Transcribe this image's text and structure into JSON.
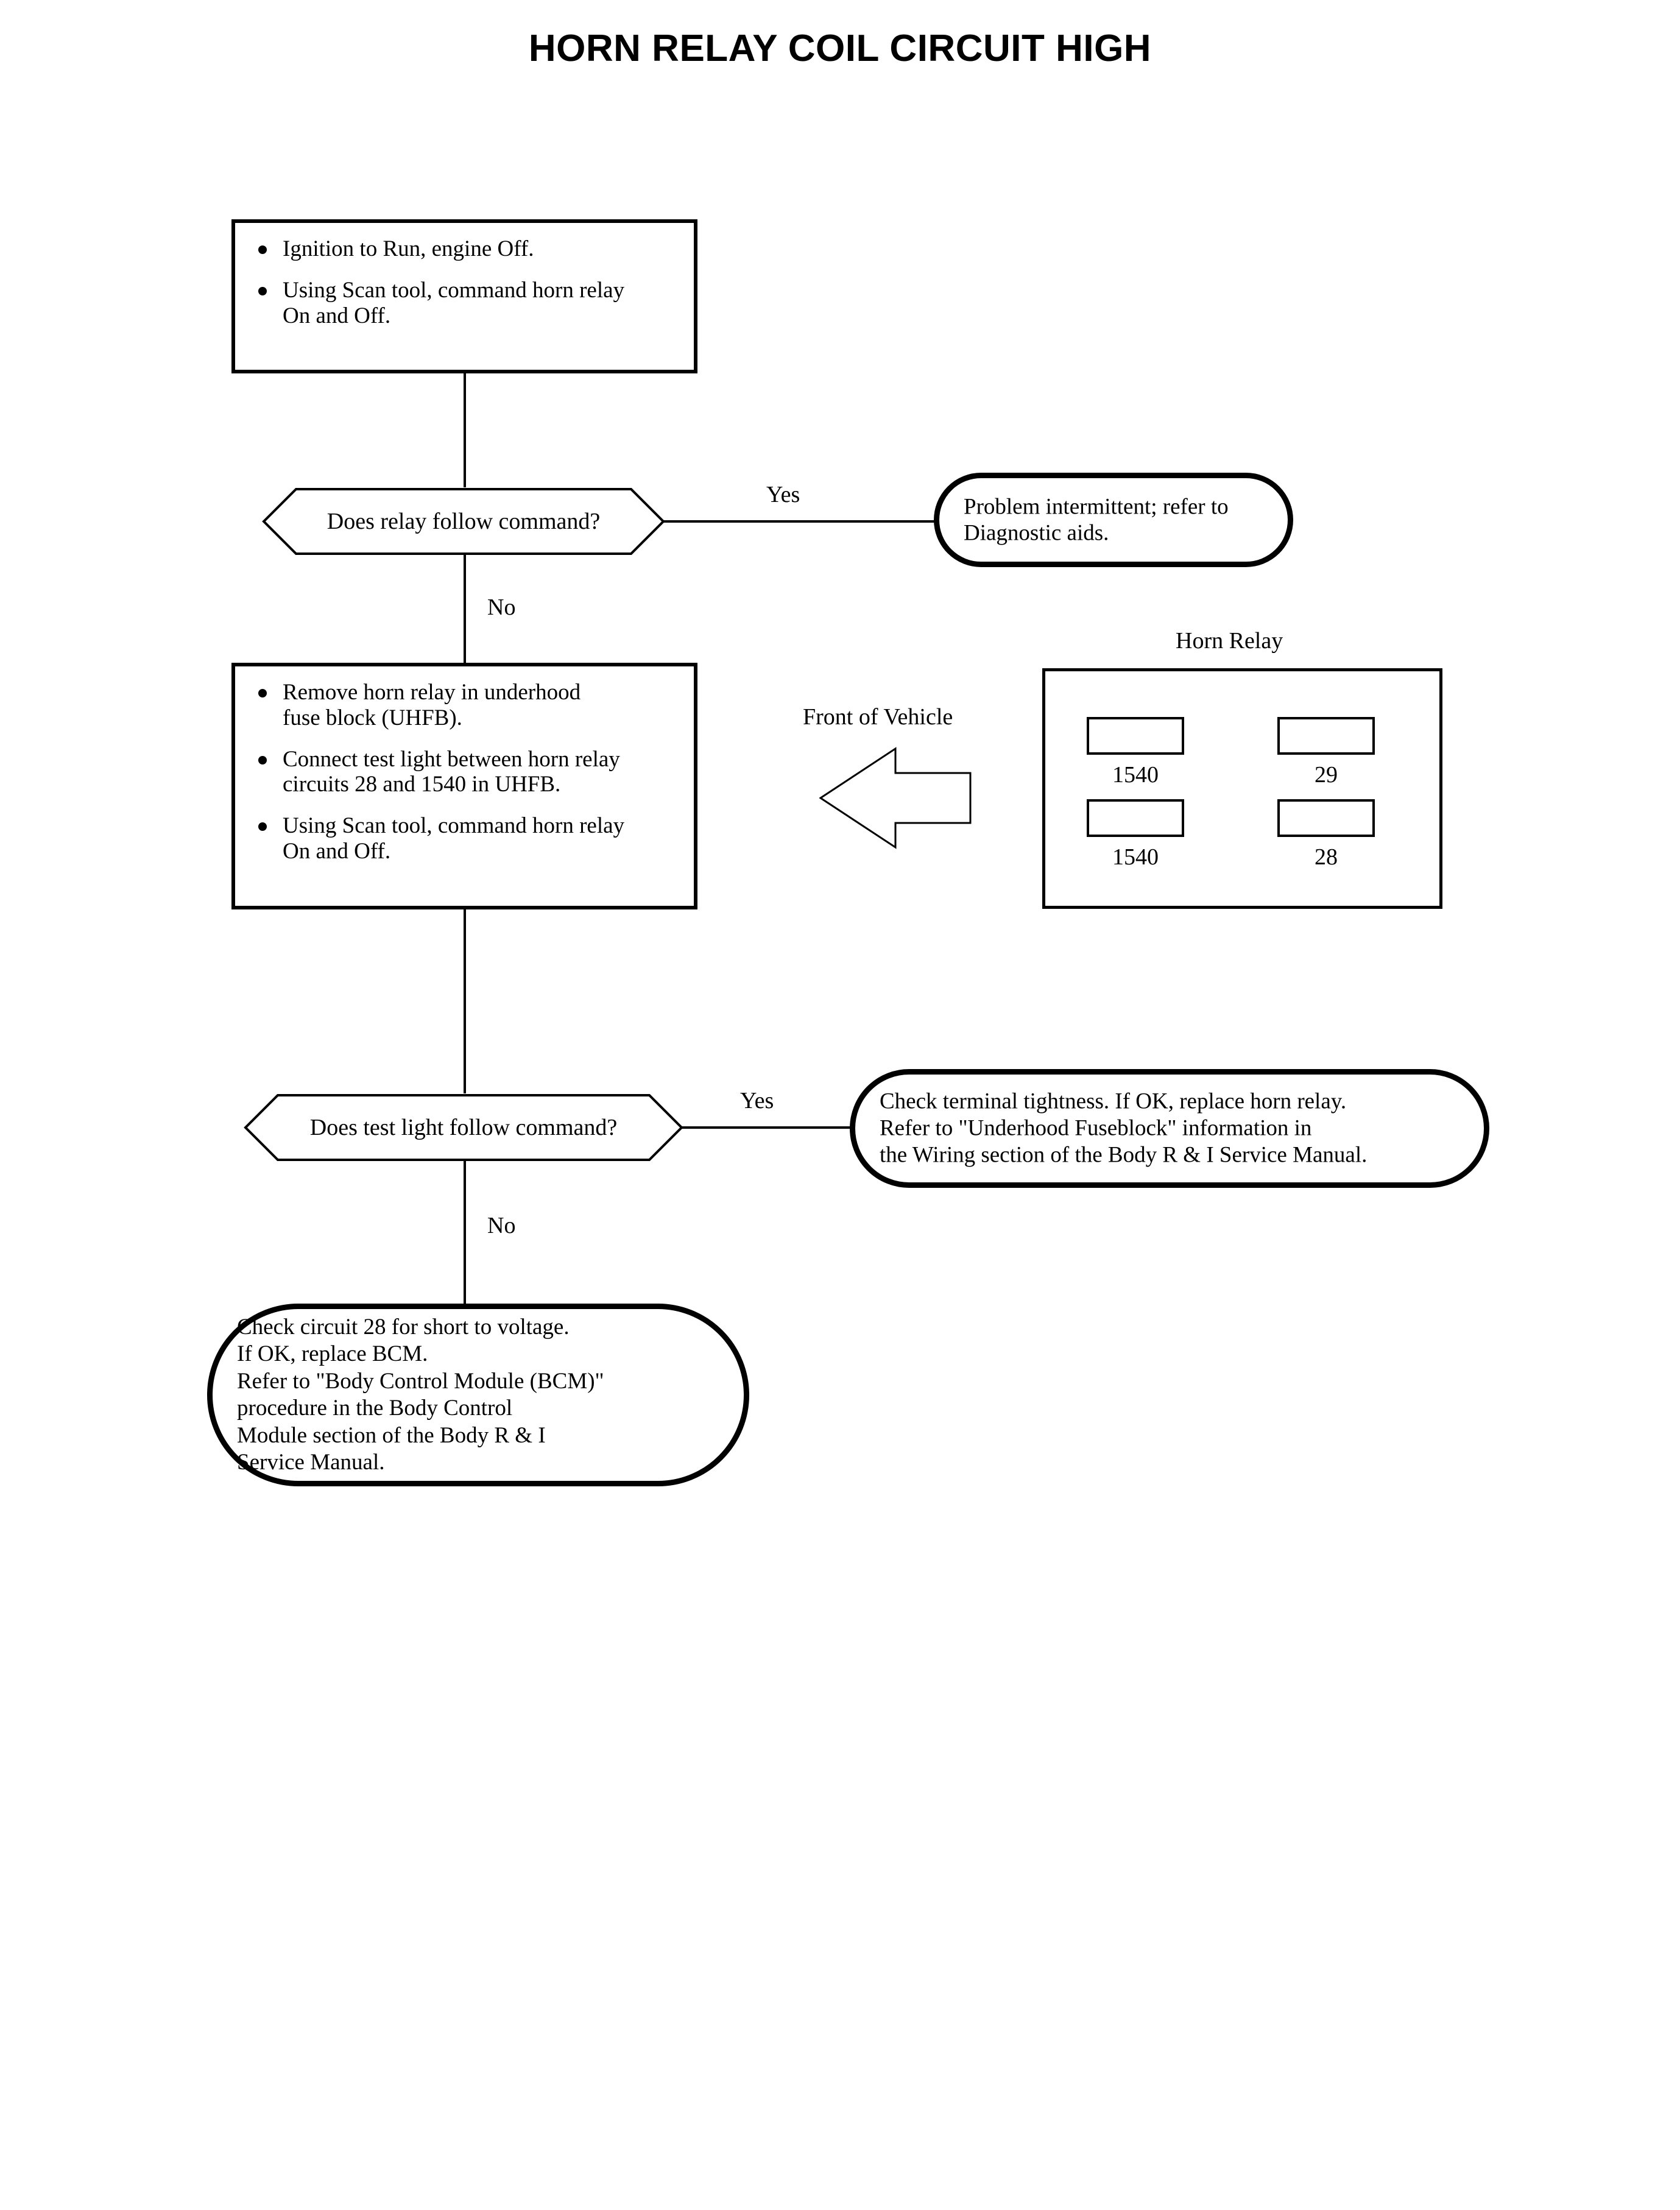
{
  "title": "HORN RELAY COIL CIRCUIT HIGH",
  "steps": {
    "step1": {
      "bullets": [
        "Ignition to Run, engine Off.",
        "Using Scan tool, command horn relay\nOn and Off."
      ]
    },
    "step2": {
      "bullets": [
        "Remove horn relay in underhood\nfuse block (UHFB).",
        "Connect test light between horn relay\ncircuits 28 and 1540 in UHFB.",
        "Using Scan tool, command horn relay\nOn and Off."
      ]
    }
  },
  "decisions": {
    "decision1": {
      "question": "Does relay follow command?",
      "yes_label": "Yes",
      "no_label": "No"
    },
    "decision2": {
      "question": "Does test light follow command?",
      "yes_label": "Yes",
      "no_label": "No"
    }
  },
  "terminals": {
    "terminal1": {
      "text": "Problem intermittent; refer to\nDiagnostic aids."
    },
    "terminal2": {
      "text": "Check terminal tightness. If OK, replace horn relay.\nRefer to \"Underhood Fuseblock\" information in\nthe Wiring section of the Body R & I Service Manual."
    },
    "terminal3": {
      "text": "Check circuit 28 for short to voltage.\nIf OK, replace BCM.\nRefer to \"Body Control Module (BCM)\"\nprocedure in the Body Control\nModule section of the Body R & I\nService Manual."
    }
  },
  "relay_panel": {
    "caption": "Horn Relay",
    "terminals": [
      {
        "id": "top-left",
        "number": "1540"
      },
      {
        "id": "top-right",
        "number": "29"
      },
      {
        "id": "bottom-left",
        "number": "1540"
      },
      {
        "id": "bottom-right",
        "number": "28"
      }
    ]
  },
  "orientation": {
    "caption": "Front of Vehicle",
    "arrow_direction": "left"
  },
  "colors": {
    "stroke": "#000000",
    "background": "#ffffff"
  }
}
